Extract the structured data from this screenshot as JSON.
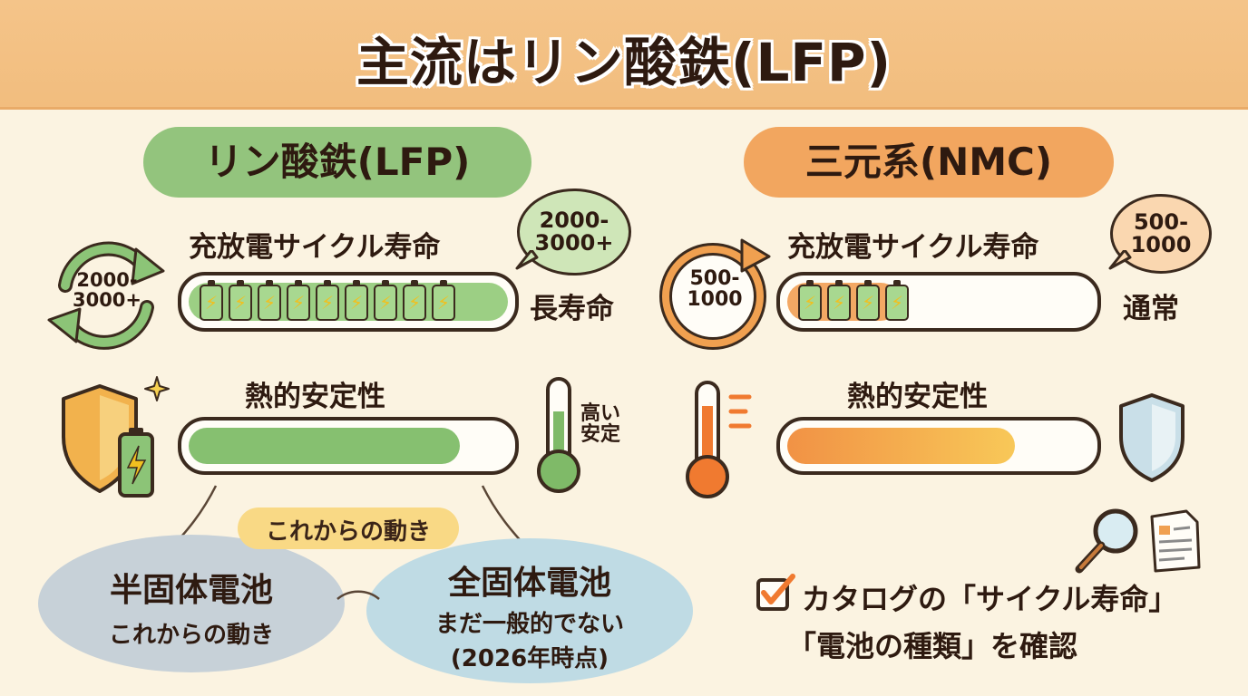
{
  "title": "主流はリン酸鉄(LFP)",
  "lfp": {
    "label": "リン酸鉄(LFP)",
    "cycle_title": "充放電サイクル寿命",
    "cycle_bubble_line1": "2000-",
    "cycle_bubble_line2": "3000+",
    "cycle_icon_line1": "2000-",
    "cycle_icon_line2": "3000+",
    "cycle_side": "長寿命",
    "cycle_cells_shown": 9,
    "thermal_title": "熱的安定性",
    "thermal_side_line1": "高い",
    "thermal_side_line2": "安定",
    "thermal_fill": 0.85,
    "color": "#7fba68"
  },
  "nmc": {
    "label": "三元系(NMC)",
    "cycle_title": "充放電サイクル寿命",
    "cycle_bubble_line1": "500-",
    "cycle_bubble_line2": "1000",
    "cycle_icon_line1": "500-",
    "cycle_icon_line2": "1000",
    "cycle_side": "通常",
    "cycle_cells_shown": 4,
    "thermal_title": "熱的安定性",
    "thermal_fill": 0.75,
    "color": "#f0a050"
  },
  "future": {
    "header": "これからの動き",
    "semi_title": "半固体電池",
    "semi_sub": "これからの動き",
    "all_title": "全固体電池",
    "all_sub1": "まだ一般的でない",
    "all_sub2": "(2026年時点)"
  },
  "checklist": {
    "line1": "カタログの「サイクル寿命」",
    "line2": "「電池の種類」を確認"
  },
  "icons": [
    "cycle-arrows-icon",
    "battery-icon",
    "lightning-icon",
    "shield-icon",
    "thermometer-icon",
    "sparkle-icon",
    "magnifier-icon",
    "document-icon",
    "checkbox-icon"
  ]
}
